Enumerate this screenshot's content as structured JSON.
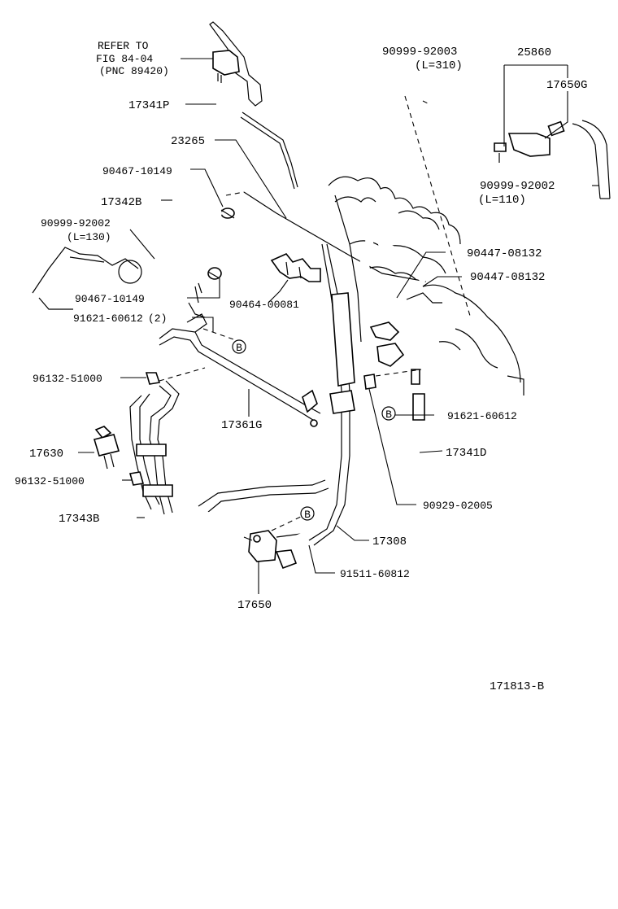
{
  "refer_note": {
    "line1": "REFER TO",
    "line2": "FIG 84-04",
    "line3": "(PNC 89420)"
  },
  "labels": {
    "p90999_92003": "90999-92003",
    "p90999_92003_len": "(L=310)",
    "p25860": "25860",
    "p17650G": "17650G",
    "p17341P": "17341P",
    "p23265": "23265",
    "p90467_10149_a": "90467-10149",
    "p17342B": "17342B",
    "p90999_92002_a": "90999-92002",
    "p90999_92002_a_len": "(L=130)",
    "p90999_92002_b": "90999-92002",
    "p90999_92002_b_len": "(L=110)",
    "p90447_08132_a": "90447-08132",
    "p90447_08132_b": "90447-08132",
    "p90467_10149_b": "90467-10149",
    "p90464_00081": "90464-00081",
    "p91621_60612_a": "91621-60612",
    "p91621_60612_a_qty": "(2)",
    "p96132_51000_a": "96132-51000",
    "p91621_60612_b": "91621-60612",
    "p17361G": "17361G",
    "p17341D": "17341D",
    "p17630": "17630",
    "p96132_51000_b": "96132-51000",
    "p90929_02005": "90929-02005",
    "p17343B": "17343B",
    "p17308": "17308",
    "p91511_60812": "91511-60812",
    "p17650": "17650"
  },
  "markers": {
    "b1": "B",
    "b2": "B",
    "b3": "B"
  },
  "figure_code": "171813-B"
}
